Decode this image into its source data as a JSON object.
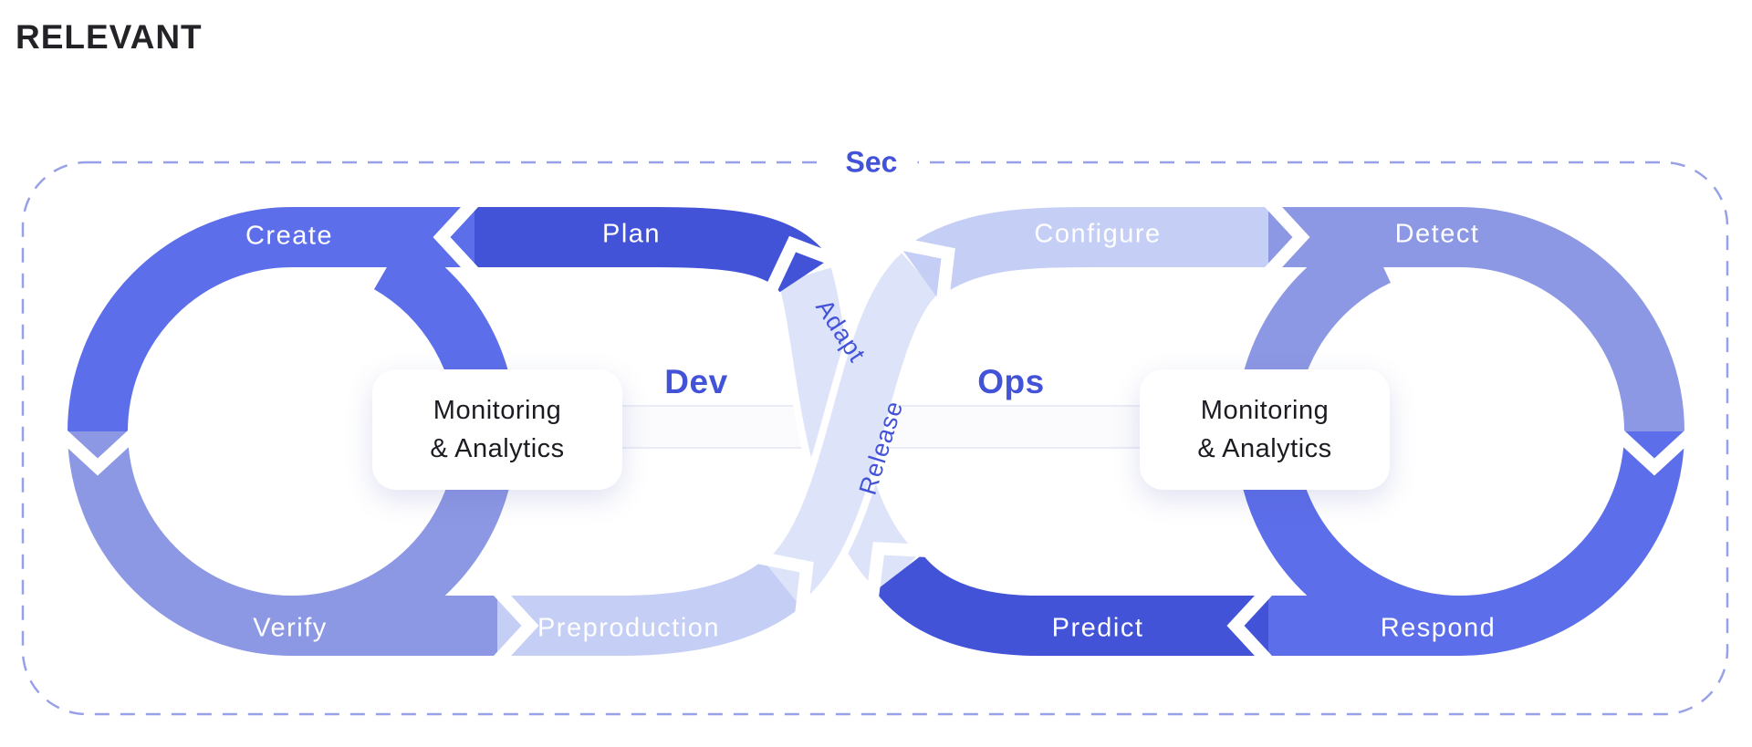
{
  "title": "RELEVANT",
  "diagram": {
    "security_label": "Sec",
    "dev_label": "Dev",
    "ops_label": "Ops",
    "left_loop": {
      "create": "Create",
      "plan": "Plan",
      "verify": "Verify",
      "preproduction": "Preproduction",
      "monitoring_box": {
        "line1": "Monitoring",
        "line2": "& Analytics"
      }
    },
    "right_loop": {
      "configure": "Configure",
      "detect": "Detect",
      "predict": "Predict",
      "respond": "Respond",
      "monitoring_box": {
        "line1": "Monitoring",
        "line2": "& Analytics"
      }
    },
    "ribbons": {
      "adapt": "Adapt",
      "release": "Release"
    },
    "colors": {
      "dark_blue": "#4353d8",
      "medium_blue": "#5c6ee9",
      "periwinkle": "#8d98e4",
      "light_lavender": "#c5cef5",
      "pale_lavender": "#dde3f9",
      "accent_text": "#4353d8",
      "dashed_border": "#98a1e8",
      "band_fill": "#fbfbfd",
      "band_border": "#eaecf5"
    }
  }
}
